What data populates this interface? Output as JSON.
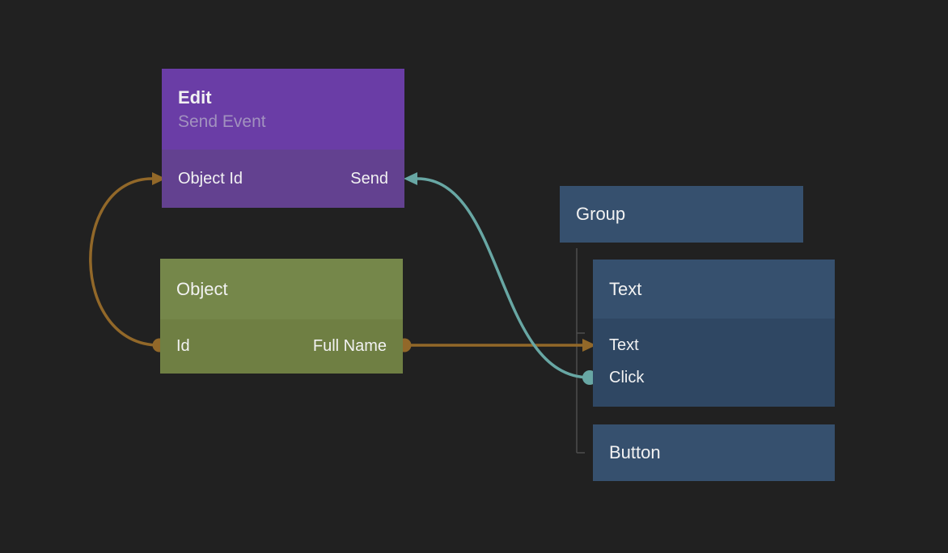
{
  "canvas": {
    "type": "node-editor"
  },
  "colors": {
    "canvas_bg": "#212121",
    "edit_header": "#6a3da6",
    "edit_body": "#634190",
    "object_header": "#75874a",
    "object_body": "#6f7f43",
    "blue_header": "#36506e",
    "blue_body": "#2f4763",
    "wire_orange": "#926829",
    "wire_teal": "#68a7a4",
    "tree_line": "#4d4d4d",
    "subtitle_text": "#a292bf"
  },
  "nodes": {
    "edit": {
      "title": "Edit",
      "subtitle": "Send Event",
      "left_port": "Object Id",
      "right_port": "Send"
    },
    "object": {
      "title": "Object",
      "left_port": "Id",
      "right_port": "Full Name"
    },
    "group": {
      "title": "Group"
    },
    "text": {
      "title": "Text",
      "ports": [
        "Text",
        "Click"
      ]
    },
    "button": {
      "title": "Button"
    }
  },
  "connections": [
    {
      "from": "Object.Id",
      "to": "Edit.Object Id",
      "color": "orange"
    },
    {
      "from": "Object.Full Name",
      "to": "Text.Text",
      "color": "orange"
    },
    {
      "from": "Text.Click",
      "to": "Edit.Send",
      "color": "teal"
    }
  ],
  "group_children": [
    "Text",
    "Button"
  ]
}
